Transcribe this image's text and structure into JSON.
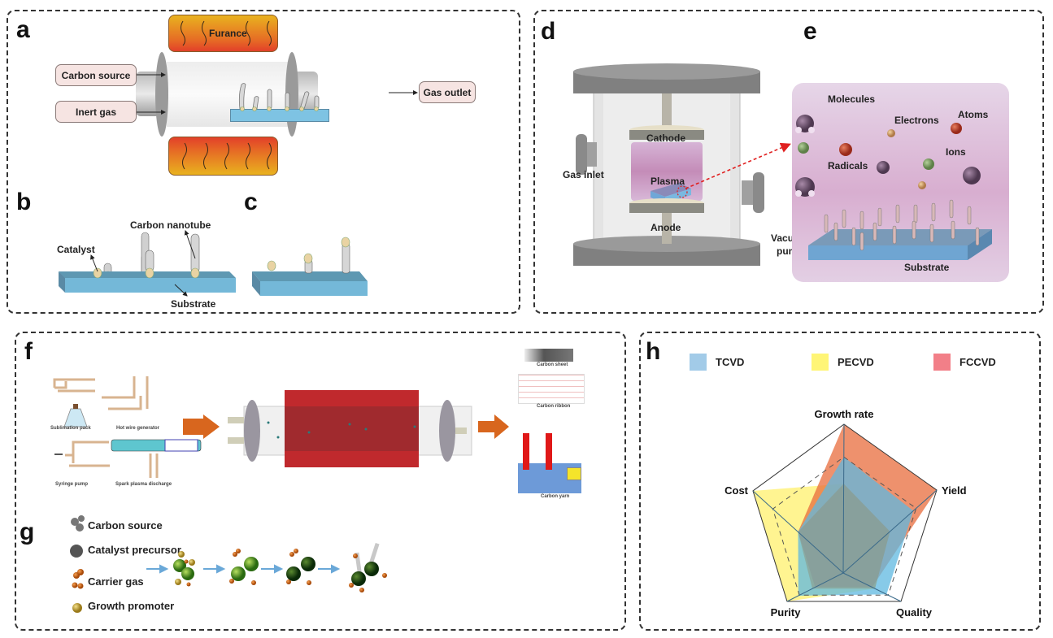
{
  "panel_labels": {
    "a": "a",
    "b": "b",
    "c": "c",
    "d": "d",
    "e": "e",
    "f": "f",
    "g": "g",
    "h": "h"
  },
  "panel_a": {
    "furnace_label": "Furance",
    "inputs": [
      "Carbon source",
      "Inert gas"
    ],
    "output": "Gas outlet"
  },
  "panel_b": {
    "labels": {
      "catalyst": "Catalyst",
      "nanotube": "Carbon nanotube",
      "substrate": "Substrate"
    }
  },
  "panel_d": {
    "labels": {
      "cathode": "Cathode",
      "anode": "Anode",
      "plasma": "Plasma",
      "gas_inlet": "Gas inlet",
      "vacuum_pump_1": "Vacuum",
      "vacuum_pump_2": "pump"
    }
  },
  "panel_e": {
    "labels": {
      "molecules": "Molecules",
      "electrons": "Electrons",
      "atoms": "Atoms",
      "ions": "Ions",
      "radicals": "Radicals",
      "substrate": "Substrate"
    }
  },
  "panel_f": {
    "sources": [
      "Sublimation pack",
      "Hot wire generator",
      "Syringe pump",
      "Spark plasma discharge"
    ],
    "products": [
      "Carbon sheet",
      "Carbon ribbon",
      "Carbon yarn"
    ]
  },
  "panel_g": {
    "legend": [
      "Carbon source",
      "Catalyst precursor",
      "Carrier gas",
      "Growth promoter"
    ]
  },
  "colors": {
    "tcvd": "#5fb8e0",
    "pecvd": "#fff176",
    "fccvd": "#f08080",
    "fccvd_fill": "#ee8a5f",
    "substrate": "#6db3d4",
    "furnace_top": "#e8a91e",
    "furnace_bottom": "#e5452a"
  },
  "chart_data": {
    "type": "radar",
    "title": "",
    "axes": [
      "Growth rate",
      "Yield",
      "Quality",
      "Purity",
      "Cost"
    ],
    "range": [
      0,
      1
    ],
    "legend_position": "top",
    "series": [
      {
        "name": "TCVD",
        "color": "#5fb8e0",
        "values": [
          0.78,
          0.75,
          0.75,
          0.8,
          0.5
        ]
      },
      {
        "name": "PECVD",
        "color": "#fff176",
        "values": [
          0.6,
          0.5,
          0.55,
          1.0,
          1.0
        ]
      },
      {
        "name": "FCCVD",
        "color": "#f08080",
        "values": [
          1.0,
          1.0,
          0.5,
          0.5,
          0.5
        ]
      }
    ],
    "reference_dashed_values": [
      0.78,
      0.78,
      0.78,
      0.78,
      0.78
    ],
    "legend": [
      "TCVD",
      "PECVD",
      "FCCVD"
    ]
  }
}
